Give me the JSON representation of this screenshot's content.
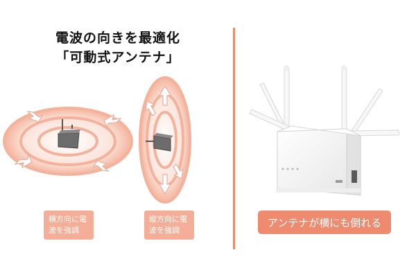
{
  "headline": {
    "line1": "電波の向きを最適化",
    "line2": "「可動式アンテナ」"
  },
  "labels": {
    "horizontal": "横方向に電波を強調",
    "vertical": "縦方向に電波を強調",
    "antenna_tilt": "アンテナが横にも倒れる"
  },
  "colors": {
    "accent": "#ee8a6e",
    "badge": "#f4ad97",
    "divider": "#e98e6c",
    "ring": "#f2b7a2"
  }
}
